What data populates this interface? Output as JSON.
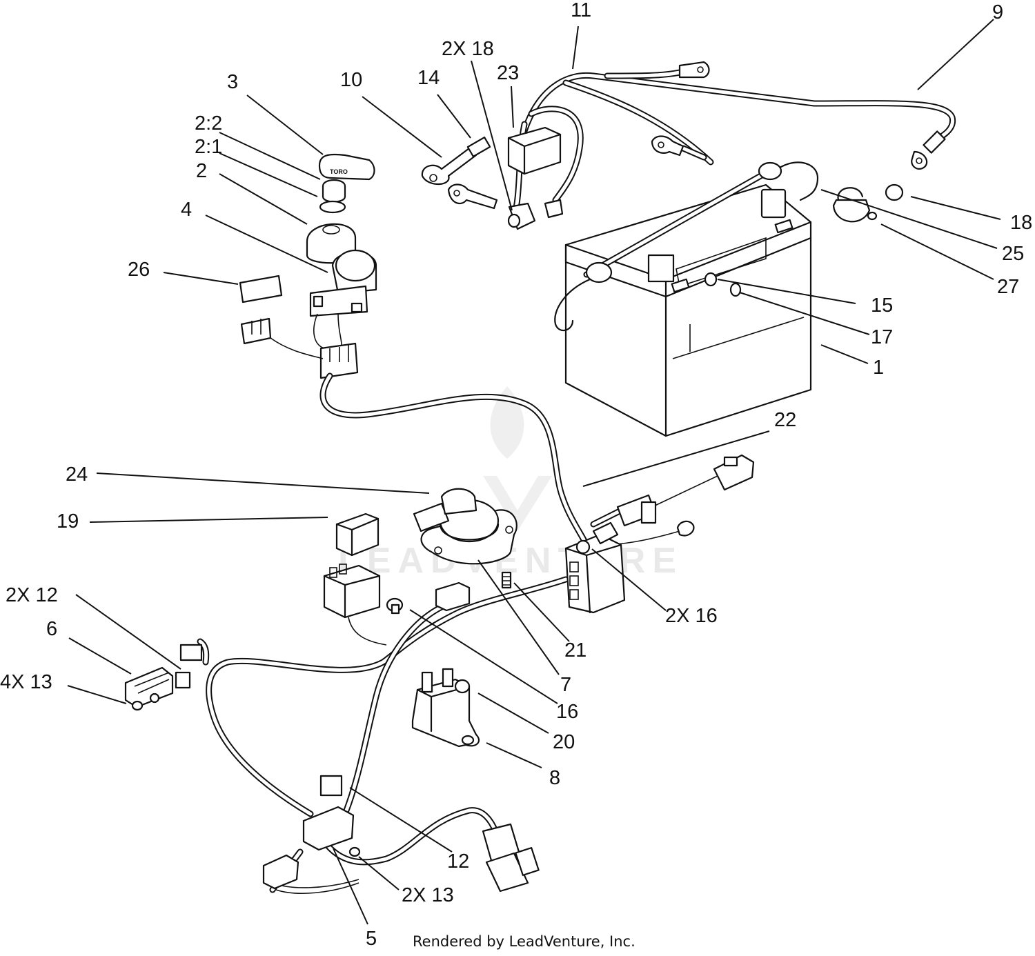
{
  "callouts": {
    "c1": "1",
    "c2": "2",
    "c2_1": "2:1",
    "c2_2": "2:2",
    "c3": "3",
    "c4": "4",
    "c5": "5",
    "c6": "6",
    "c7": "7",
    "c8": "8",
    "c9": "9",
    "c10": "10",
    "c11": "11",
    "c12": "12",
    "c12x2": "2X 12",
    "c13x2": "2X 13",
    "c13x4": "4X 13",
    "c14": "14",
    "c15": "15",
    "c16": "16",
    "c16x2": "2X 16",
    "c17": "17",
    "c18": "18",
    "c18x2": "2X 18",
    "c19": "19",
    "c20": "20",
    "c21": "21",
    "c22": "22",
    "c23": "23",
    "c24": "24",
    "c25": "25",
    "c26": "26",
    "c27": "27"
  },
  "key_tag_text": "TORO",
  "watermark_text": "LEADVENTURE",
  "footer_text": "Rendered by LeadVenture, Inc."
}
